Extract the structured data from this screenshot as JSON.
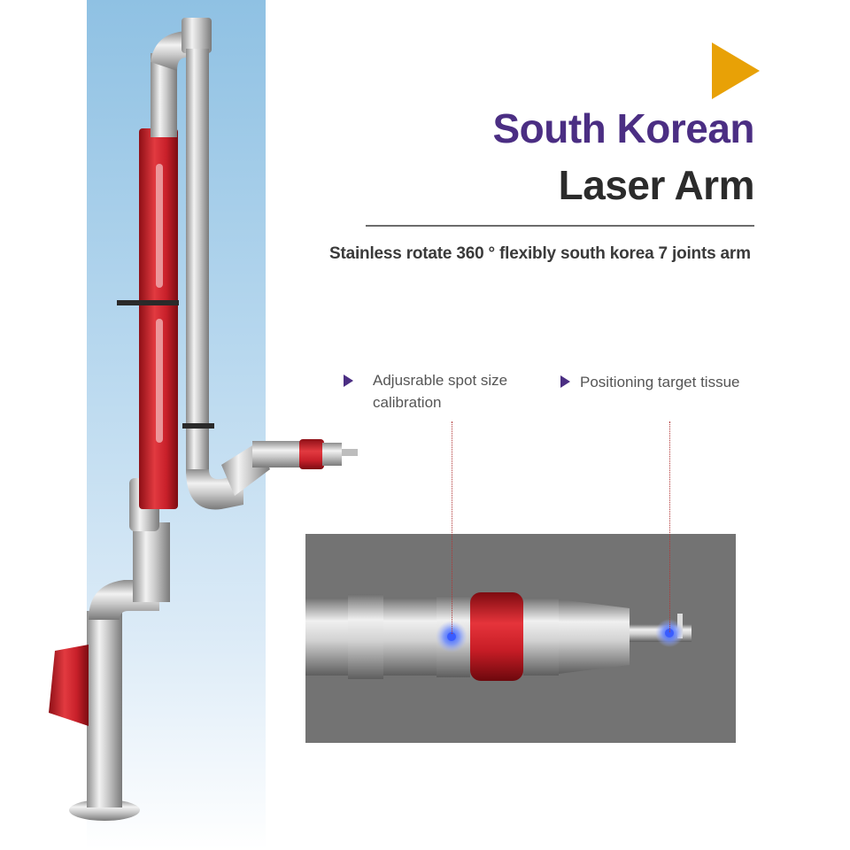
{
  "header": {
    "title_line1": "South Korean",
    "title_line2": "Laser Arm",
    "subtitle": "Stainless rotate 360 °  flexibly south korea 7 joints arm"
  },
  "features": [
    {
      "line1": "Adjusrable spot size",
      "line2": "calibration"
    },
    {
      "line1": "Positioning target tissue",
      "line2": ""
    }
  ],
  "colors": {
    "accent_purple": "#4b2e83",
    "accent_orange": "#e8a106",
    "arm_red": "#c8202a",
    "photo_bg": "#737373",
    "sky_blue": "#8fc1e3"
  },
  "icons": {
    "header_marker": "play-triangle-icon",
    "feature_bullet": "play-triangle-icon"
  }
}
